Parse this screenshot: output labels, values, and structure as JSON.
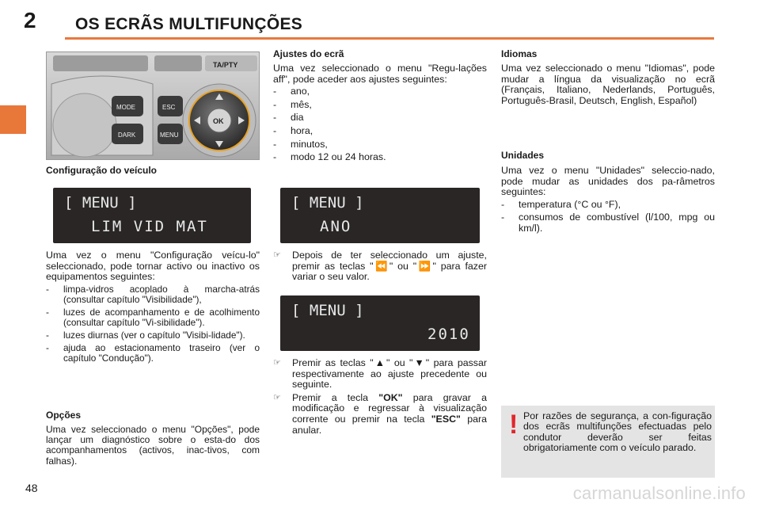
{
  "header": {
    "chapter_number": "2",
    "title": "OS ECRÃS MULTIFUNÇÕES"
  },
  "photo": {
    "description_icon": "control-panel-photo",
    "buttons": {
      "ta_pty": "TA/PTY",
      "mode": "MODE",
      "dark": "DARK",
      "esc": "ESC",
      "menu": "MENU",
      "ok": "OK"
    }
  },
  "left": {
    "caption": "Configuração do veículo",
    "display1": {
      "line1": "[   MENU   ]",
      "line2": "LIM VID MAT"
    },
    "intro": "Uma vez o menu \"Configuração veícu-lo\" seleccionado, pode tornar activo ou inactivo os equipamentos seguintes:",
    "items": [
      "limpa-vidros acoplado à marcha-atrás (consultar capítulo \"Visibilidade\"),",
      "luzes de acompanhamento e de acolhimento (consultar capítulo \"Vi-sibilidade\").",
      "luzes diurnas (ver o capítulo \"Visibi-lidade\").",
      "ajuda ao estacionamento traseiro (ver o capítulo \"Condução\")."
    ],
    "options_title": "Opções",
    "options_text": "Uma vez seleccionado o menu \"Opções\", pode lançar um diagnóstico sobre o esta-do dos acompanhamentos (activos, inac-tivos, com falhas)."
  },
  "middle": {
    "title": "Ajustes do ecrã",
    "intro": "Uma vez seleccionado o menu \"Regu-lações aff\", pode aceder aos ajustes seguintes:",
    "items": [
      "ano,",
      "mês,",
      "dia",
      "hora,",
      "minutos,",
      "modo 12 ou 24 horas."
    ],
    "display2": {
      "line1": "[   MENU   ]",
      "line2": "ANO"
    },
    "step1_a": "Depois de ter seleccionado um ajuste, premir as teclas \"",
    "step1_b": "\" ou \"",
    "step1_c": "\" para fazer variar o seu valor.",
    "display3": {
      "line1": "[   MENU   ]",
      "line2": "2010"
    },
    "step2_a": "Premir as teclas \"",
    "step2_b": "\" ou \"",
    "step2_c": "\" para passar respectivamente ao ajuste precedente ou seguinte.",
    "step3_a": "Premir a tecla ",
    "step3_ok": "\"OK\"",
    "step3_b": " para gravar a modificação e regressar à visualização corrente ou premir na tecla ",
    "step3_esc": "\"ESC\"",
    "step3_c": " para anular."
  },
  "right": {
    "languages_title": "Idiomas",
    "languages_text": "Uma vez seleccionado o menu \"Idiomas\", pode mudar a língua da visualização no ecrã (Français, Italiano, Nederlands, Português, Português-Brasil, Deutsch, English, Español)",
    "units_title": "Unidades",
    "units_text": "Uma vez o menu \"Unidades\" seleccio-nado, pode mudar as unidades dos pa-râmetros seguintes:",
    "units_items": [
      "temperatura (°C ou °F),",
      "consumos de combustível (l/100, mpg ou km/l)."
    ],
    "warning_mark": "!",
    "warning_text": "Por razões de segurança, a con-figuração dos ecrãs multifunções efectuadas pelo condutor deverão ser feitas obrigatoriamente com o veículo parado."
  },
  "footer": {
    "page_number": "48",
    "watermark": "carmanualsonline.info"
  },
  "colors": {
    "accent": "#e87a3e",
    "display_bg": "#2a2626",
    "display_text": "#e8e8e8",
    "warning_red": "#e0262c",
    "warning_bg": "#e4e4e4"
  }
}
